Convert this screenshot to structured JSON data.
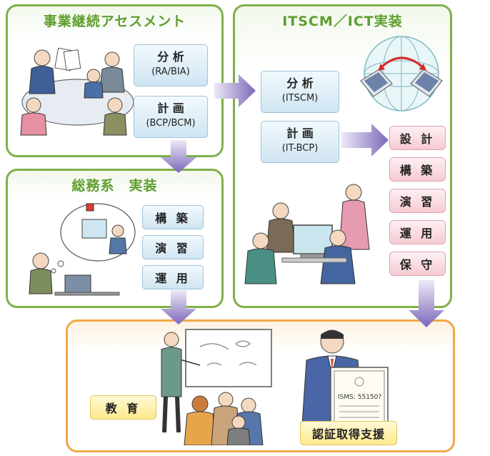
{
  "assessment": {
    "title": "事業継続アセスメント",
    "analysis": {
      "label": "分 析",
      "sub": "(RA/BIA)"
    },
    "plan": {
      "label": "計 画",
      "sub": "(BCP/BCM)"
    }
  },
  "general": {
    "title": "総務系　実装",
    "items": [
      "構 築",
      "演 習",
      "運 用"
    ]
  },
  "itscm": {
    "title": "ITSCM／ICT実装",
    "analysis": {
      "label": "分 析",
      "sub": "(ITSCM)"
    },
    "plan": {
      "label": "計 画",
      "sub": "(IT-BCP)"
    },
    "items": [
      "設 計",
      "構 築",
      "演 習",
      "運 用",
      "保 守"
    ]
  },
  "bottom": {
    "education": "教 育",
    "certification": "認証取得支援"
  },
  "colors": {
    "green_border": "#7fb04a",
    "orange_border": "#f0a847",
    "title_green": "#5e9e2e",
    "arrow_purple": "#8e7cc3"
  },
  "icons": [
    "meeting-illustration",
    "thinking-worker-illustration",
    "globe-laptops-icon",
    "team-computer-illustration",
    "presentation-illustration",
    "certificate-man-illustration"
  ]
}
